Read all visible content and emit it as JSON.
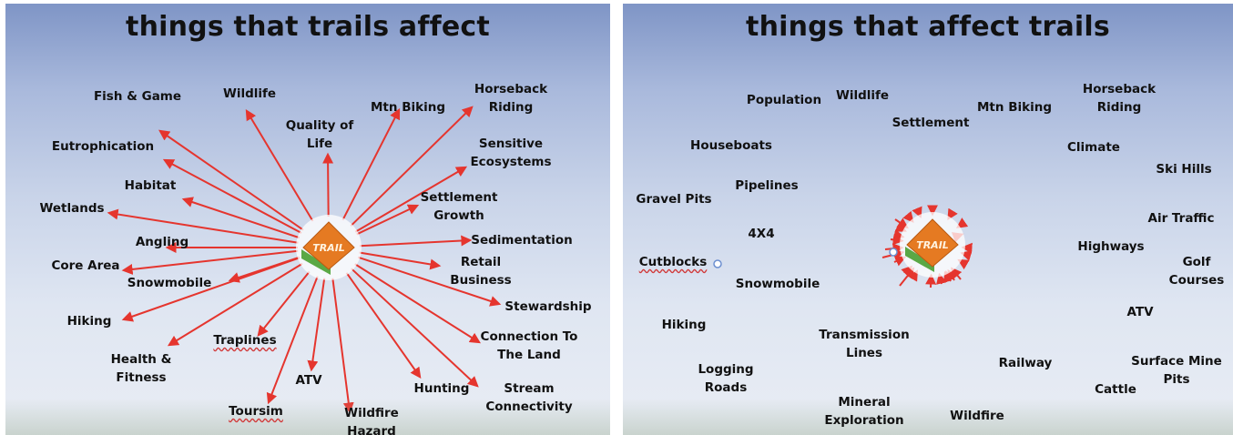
{
  "left": {
    "title": "things that trails affect",
    "logo_text": "TRAIL",
    "labels": [
      "Fish & Game",
      "Wildlife",
      "Quality of Life",
      "Mtn Biking",
      "Horseback Riding",
      "Eutrophication",
      "Sensitive Ecosystems",
      "Habitat",
      "Settlement Growth",
      "Wetlands",
      "Angling",
      "Sedimentation",
      "Core Area",
      "Retail Business",
      "Snowmobile",
      "Stewardship",
      "Hiking",
      "Traplines",
      "Health & Fitness",
      "Connection To The Land",
      "ATV",
      "Hunting",
      "Toursim",
      "Wildfire Hazard",
      "Stream Connectivity"
    ]
  },
  "right": {
    "title": "things that affect trails",
    "logo_text": "TRAIL",
    "labels": [
      "Population",
      "Wildlife",
      "Horseback Riding",
      "Mtn Biking",
      "Settlement",
      "Houseboats",
      "Climate",
      "Ski Hills",
      "Pipelines",
      "Gravel Pits",
      "Air Traffic",
      "4X4",
      "Highways",
      "Cutblocks",
      "Golf Courses",
      "Snowmobile",
      "ATV",
      "Hiking",
      "Transmission Lines",
      "Surface Mine Pits",
      "Logging Roads",
      "Railway",
      "Cattle",
      "Mineral Exploration",
      "Wildfire"
    ]
  },
  "colors": {
    "arrow": "#e5352e",
    "logo_orange": "#e57a22",
    "logo_green": "#5aa845",
    "sky_top": "#7f95c6"
  }
}
